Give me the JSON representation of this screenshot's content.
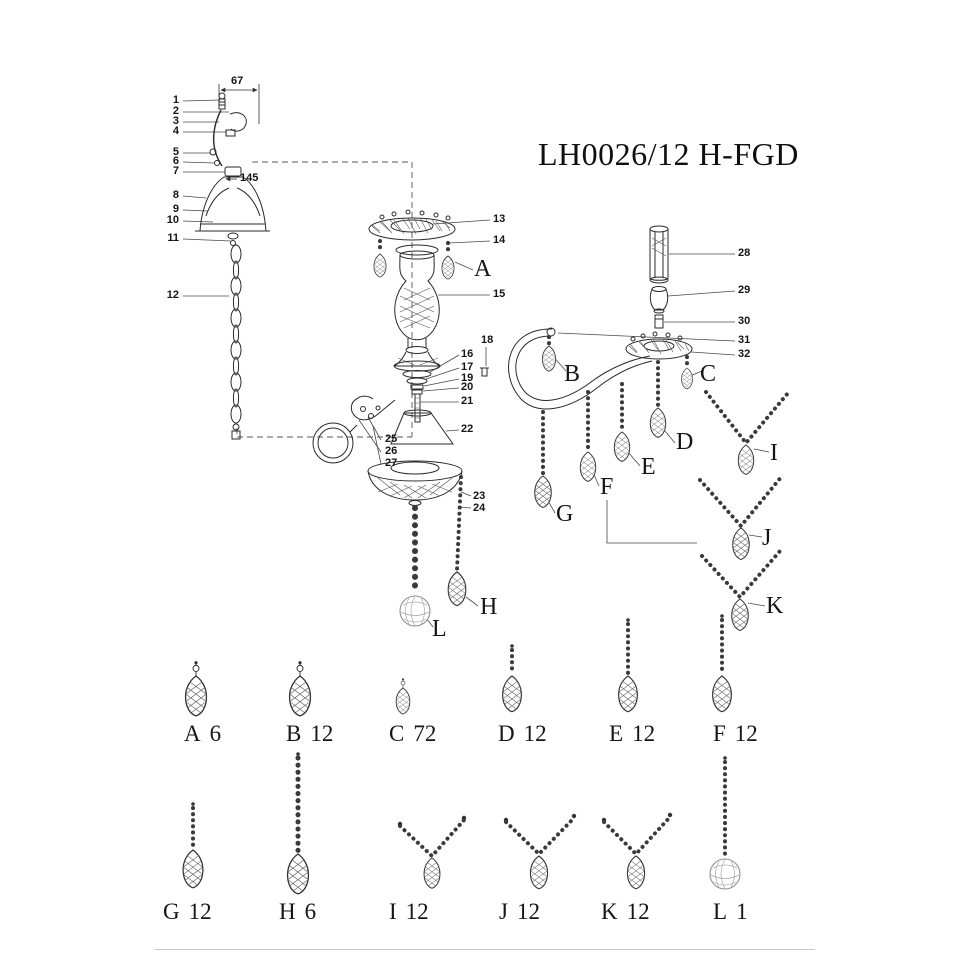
{
  "title": "LH0026/12 H-FGD",
  "dimensions": {
    "hook_width": "67",
    "canopy_width": "145"
  },
  "parts": [
    "1",
    "2",
    "3",
    "4",
    "5",
    "6",
    "7",
    "8",
    "9",
    "10",
    "11",
    "12",
    "13",
    "14",
    "15",
    "16",
    "17",
    "18",
    "19",
    "20",
    "21",
    "22",
    "23",
    "24",
    "25",
    "26",
    "27",
    "28",
    "29",
    "30",
    "31",
    "32"
  ],
  "assembly_labels": [
    "A",
    "B",
    "C",
    "D",
    "E",
    "F",
    "G",
    "H",
    "I",
    "J",
    "K",
    "L"
  ],
  "legend": {
    "row1": [
      {
        "letter": "A",
        "qty": "6"
      },
      {
        "letter": "B",
        "qty": "12"
      },
      {
        "letter": "C",
        "qty": "72"
      },
      {
        "letter": "D",
        "qty": "12"
      },
      {
        "letter": "E",
        "qty": "12"
      },
      {
        "letter": "F",
        "qty": "12"
      }
    ],
    "row2": [
      {
        "letter": "G",
        "qty": "12"
      },
      {
        "letter": "H",
        "qty": "6"
      },
      {
        "letter": "I",
        "qty": "12"
      },
      {
        "letter": "J",
        "qty": "12"
      },
      {
        "letter": "K",
        "qty": "12"
      },
      {
        "letter": "L",
        "qty": "1"
      }
    ]
  }
}
